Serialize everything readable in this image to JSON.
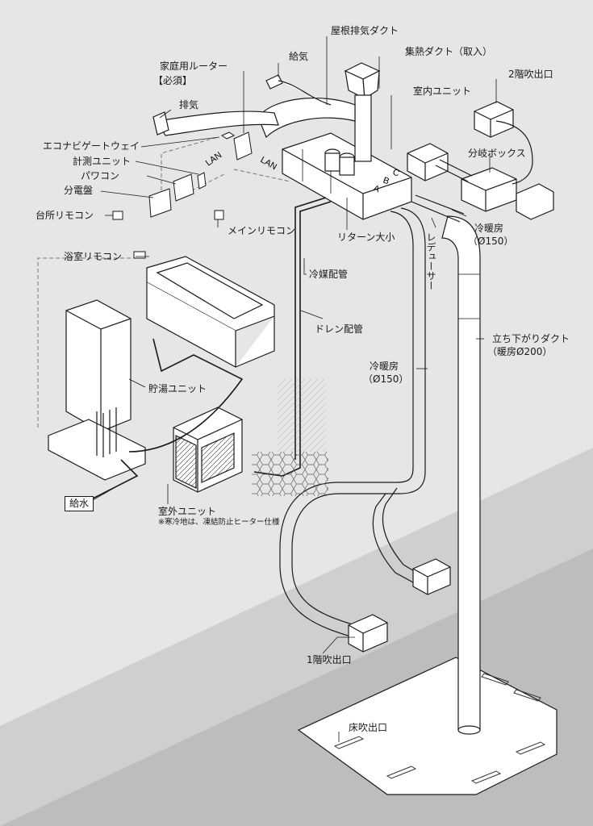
{
  "labels": {
    "roof_exhaust_duct": "屋根排気ダクト",
    "supply_air": "給気",
    "heat_collect_duct": "集熱ダクト（取入）",
    "home_router": "家庭用ルーター",
    "required": "【必須】",
    "indoor_unit": "室内ユニット",
    "outlet_2f": "2階吹出口",
    "exhaust": "排気",
    "econavi_gateway": "エコナビゲートウェイ",
    "lan_1": "LAN",
    "lan_2": "LAN",
    "measure_unit": "計測ユニット",
    "power_conditioner": "パワコン",
    "distribution_board": "分電盤",
    "branch_box": "分岐ボックス",
    "kitchen_remote": "台所リモコン",
    "main_remote": "メインリモコン",
    "return_size": "リターン大小",
    "cool_heat_150_a": "冷暖房",
    "cool_heat_150_a_size": "（Ø150）",
    "reducer": "レデューサー",
    "bath_remote": "浴室リモコン",
    "refrigerant_pipe": "冷媒配管",
    "drain_pipe": "ドレン配管",
    "downflow_duct": "立ち下がりダクト",
    "downflow_duct_size": "（暖房Ø200）",
    "cool_heat_150_b": "冷暖房",
    "cool_heat_150_b_size": "（Ø150）",
    "hot_water_unit": "貯湯ユニット",
    "water_supply": "給水",
    "outdoor_unit": "室外ユニット",
    "outdoor_unit_note": "※寒冷地は、凍結防止ヒーター仕様",
    "outlet_1f": "1階吹出口",
    "floor_outlet": "床吹出口",
    "port_a": "A",
    "port_b": "B",
    "port_c": "C"
  },
  "colors": {
    "background": "#e6e6e6",
    "floor_band": "#cdcdcd",
    "floor_dark": "#b9b9b9",
    "line": "#1a1a1a",
    "fill": "#ffffff"
  }
}
